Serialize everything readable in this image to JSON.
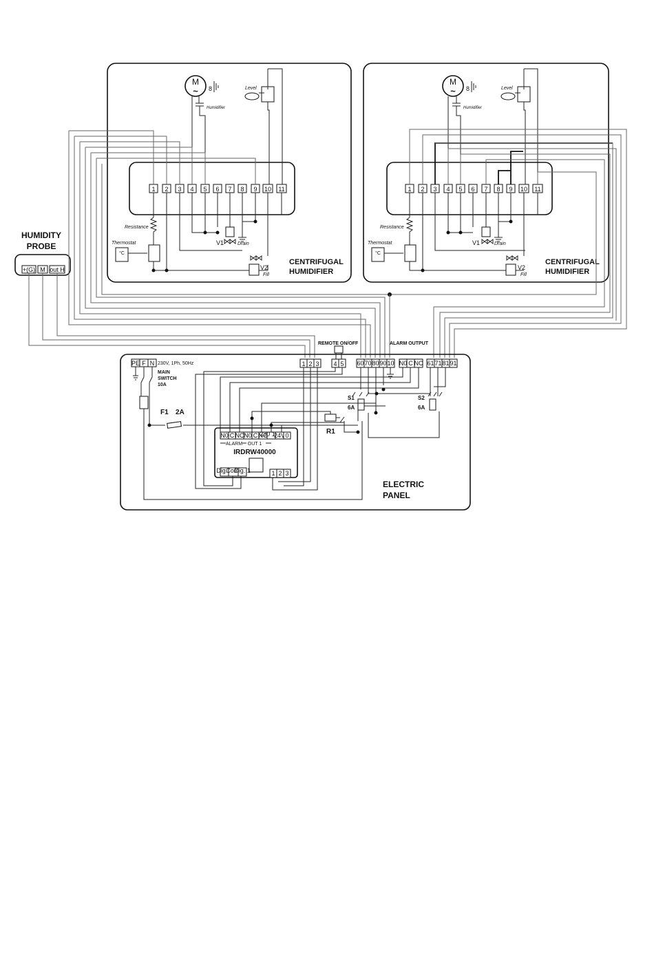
{
  "probe": {
    "title_line1": "HUMIDITY",
    "title_line2": "PROBE",
    "terminals": [
      "+(G)",
      "M",
      "out H"
    ]
  },
  "humidifier_left": {
    "title_line1": "CENTRIFUGAL",
    "title_line2": "HUMIDIFIER",
    "terminals": [
      "1",
      "2",
      "3",
      "4",
      "5",
      "6",
      "7",
      "8",
      "9",
      "10",
      "11"
    ],
    "motor": "M",
    "motor_wave": "~",
    "motor_num": "8",
    "level": "Level",
    "humidifier": "Humidifier",
    "resistance": "Resistance",
    "thermostat": "Thermostat",
    "thermostat_unit": "°C",
    "v1": "V1",
    "drain": "Drain",
    "v2": "V2",
    "fill": "Fill"
  },
  "humidifier_right": {
    "title_line1": "CENTRIFUGAL",
    "title_line2": "HUMIDIFIER",
    "terminals": [
      "1",
      "2",
      "3",
      "4",
      "5",
      "6",
      "7",
      "8",
      "9",
      "10",
      "11"
    ],
    "motor": "M",
    "motor_wave": "~",
    "motor_num": "8",
    "level": "Level",
    "humidifier": "Humidifier",
    "resistance": "Resistance",
    "thermostat": "Thermostat",
    "thermostat_unit": "°C",
    "v1": "V1",
    "drain": "Drain",
    "v2": "V2",
    "fill": "Fill"
  },
  "panel": {
    "title_line1": "ELECTRIC",
    "title_line2": "PANEL",
    "remote_label": "REMOTE ON/OFF",
    "alarm_output_label": "ALARM OUTPUT",
    "supply_terminals": [
      "PE",
      "F",
      "N"
    ],
    "supply_text": "230V, 1Ph, 50Hz",
    "main_switch_line1": "MAIN",
    "main_switch_line2": "SWITCH",
    "main_switch_line3": "10A",
    "fuse": "F1",
    "fuse_rating": "2A",
    "relay": "R1",
    "s1": "S1",
    "s1_rating": "6A",
    "s2": "S2",
    "s2_rating": "6A",
    "block_123": [
      "1",
      "2",
      "3"
    ],
    "block_45": [
      "4",
      "5"
    ],
    "block_60": [
      "60",
      "70",
      "80",
      "90",
      "10"
    ],
    "block_alarm": [
      "N0",
      "C",
      "NC"
    ],
    "block_61": [
      "61",
      "71",
      "81",
      "91"
    ]
  },
  "controller": {
    "model": "IRDRW40000",
    "top_terminals": [
      "N0",
      "C",
      "NC",
      "N0",
      "C",
      "NC",
      "230 12V",
      "24V",
      "0"
    ],
    "alarm_label": "ALARM",
    "out1_label": "OUT 1",
    "bottom_terminals": [
      "Dig. 2",
      "Com.",
      "Dig. 1"
    ],
    "probe_terminals": [
      "1",
      "2",
      "3"
    ]
  }
}
